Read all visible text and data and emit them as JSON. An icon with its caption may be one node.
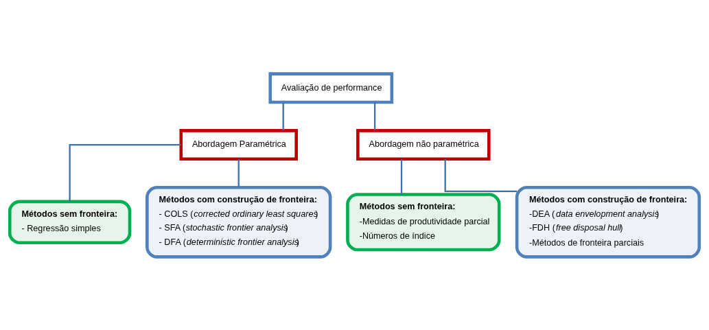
{
  "diagram": {
    "nodes": [
      {
        "text": [
          "Avaliação de performance"
        ]
      },
      {
        "text": [
          "Abordagem Paramétrica"
        ]
      },
      {
        "text": [
          "Abordagem não paramétrica"
        ]
      },
      {
        "text": [
          "Métodos sem fronteira:",
          "- Regressão simples"
        ]
      },
      {
        "text": [
          "Métodos com construção de fronteira:",
          "- COLS (*corrected ordinary least squares*)",
          "- SFA (*stochastic frontier analysis*)",
          "- DFA (*deterministic frontier analysis*)"
        ]
      },
      {
        "text": [
          "Métodos sem fronteira:",
          "-Medidas de produtividade parcial",
          "-Números de índice"
        ]
      },
      {
        "text": [
          "Métodos com construção de fronteira:",
          "-DEA (*data envelopment analysis*)",
          "-FDH (*free disposal hull*)",
          "-Métodos de fronteira parciais"
        ]
      }
    ],
    "edges": [
      {
        "from": 0,
        "to": 1,
        "arrow": "none"
      },
      {
        "from": 0,
        "to": 2,
        "arrow": "none"
      },
      {
        "from": 1,
        "to": 3,
        "arrow": "none"
      },
      {
        "from": 1,
        "to": 4,
        "arrow": "none"
      },
      {
        "from": 2,
        "to": 5,
        "arrow": "none"
      },
      {
        "from": 2,
        "to": 6,
        "arrow": "none"
      }
    ]
  }
}
